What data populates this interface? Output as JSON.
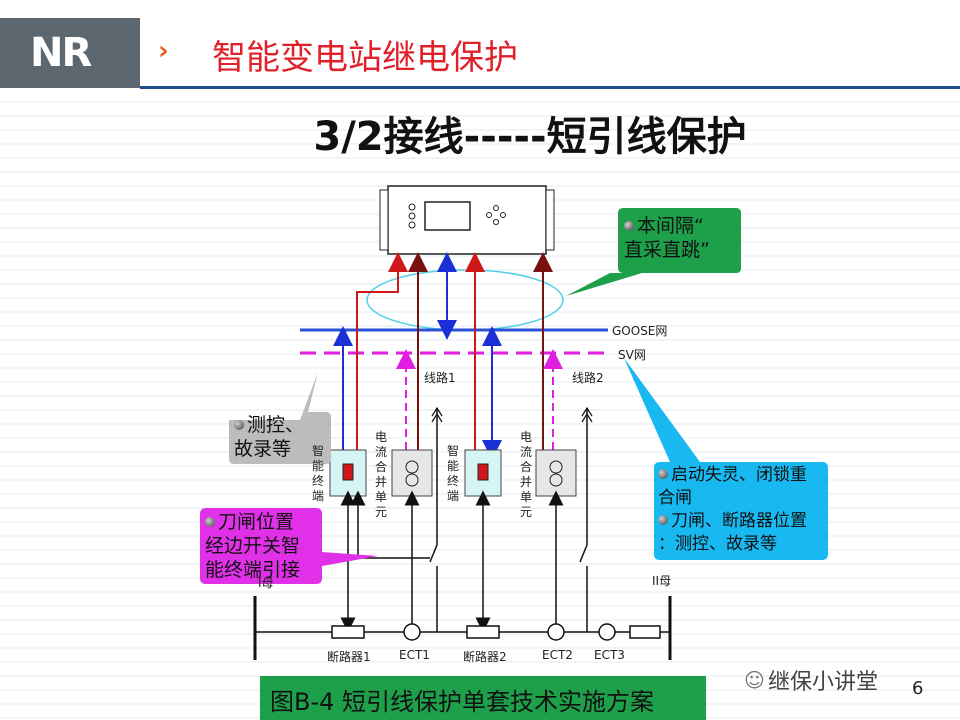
{
  "header": {
    "logo": "NR",
    "title": "智能变电站继电保护"
  },
  "slide": {
    "title": "3/2接线-----短引线保护"
  },
  "callouts": {
    "direct": {
      "line1": "本间隔“",
      "line2": "直采直跳”"
    },
    "measure": {
      "line1": "测控、",
      "line2": "故录等"
    },
    "start": {
      "line1": "启动失灵、闭锁重",
      "line2": "合闸",
      "line3": "刀闸、断路器位置",
      "line4": "：测控、故录等"
    },
    "knife": {
      "line1": "刀闸位置",
      "line2": "经边开关智",
      "line3": "能终端引接"
    }
  },
  "networks": {
    "goose": "GOOSE网",
    "sv": "SV网"
  },
  "lines": {
    "line1": "线路1",
    "line2": "线路2"
  },
  "devices": {
    "terminal_a": "智能终端",
    "merging_a": "电流合并单元",
    "terminal_b": "智能终端",
    "merging_b": "电流合并单元"
  },
  "bus": {
    "left": "I母",
    "right": "II母"
  },
  "breakers": {
    "b1": "断路器1",
    "b2": "断路器2"
  },
  "cts": {
    "ct1": "ECT1",
    "ct2": "ECT2",
    "ct3": "ECT3"
  },
  "caption": "图B-4  短引线保护单套技术实施方案",
  "watermark": "继保小讲堂",
  "page_number": "6",
  "colors": {
    "red": "#d01818",
    "blue": "#1a2fd6",
    "magenta": "#e020e0",
    "darkred": "#7a1010",
    "green": "#1ea04b",
    "cyan": "#18b8f0",
    "pink": "#e030e8"
  }
}
